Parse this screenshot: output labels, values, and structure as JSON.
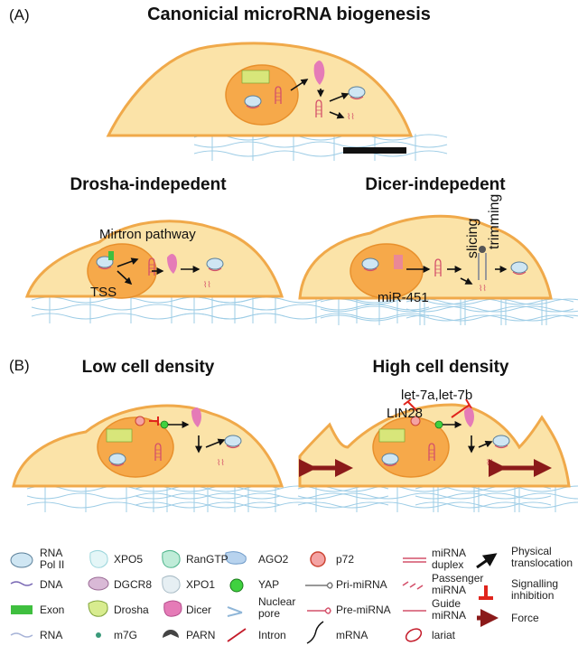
{
  "panel_a": {
    "letter": "(A)",
    "title": "Canonicial microRNA biogenesis"
  },
  "panel_a_sub": {
    "left_title": "Drosha-indepedent",
    "left_label_pathway": "Mirtron pathway",
    "left_label_tss": "TSS",
    "right_title": "Dicer-indepedent",
    "right_label_slicing": "slicing",
    "right_label_trimming": "trimming",
    "right_label_mir": "miR-451"
  },
  "panel_b": {
    "letter": "(B)",
    "left_title": "Low cell density",
    "right_title": "High cell density",
    "label_let7": "let-7a,let-7b",
    "label_lin28": "LIN28"
  },
  "legend": {
    "col1": [
      "RNA\nPol II",
      "DNA",
      "Exon",
      "RNA"
    ],
    "col2": [
      "XPO5",
      "DGCR8",
      "Drosha",
      "m7G"
    ],
    "col3": [
      "RanGTP",
      "XPO1",
      "Dicer",
      "PARN"
    ],
    "col4": [
      "AGO2",
      "YAP",
      "Nuclear\npore",
      "Intron"
    ],
    "col5": [
      "p72",
      "Pri-miRNA",
      "Pre-miRNA",
      "mRNA"
    ],
    "col6": [
      "miRNA\nduplex",
      "Passenger\nmiRNA",
      "Guide\nmiRNA",
      "lariat"
    ],
    "col7": [
      "Physical\ntranslocation",
      "Signalling\ninhibition",
      "Force"
    ]
  },
  "colors": {
    "cytoplasm": "#fbe3a8",
    "membrane": "#f0a94a",
    "nucleus": "#f6a94a",
    "ecm": "#9ecde6",
    "inhibition": "#e0241c",
    "force": "#8b1a1a",
    "exon": "#3fbf3f",
    "yap": "#3fd13f",
    "dicer": "#e57bb7"
  }
}
